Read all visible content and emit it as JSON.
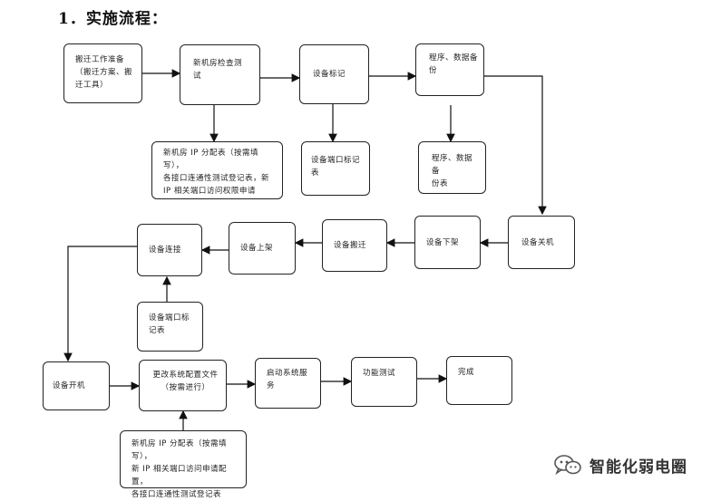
{
  "title": "1．实施流程：",
  "nodes": {
    "n1": "搬迁工作准备\n（搬迁方案、搬\n迁工具）",
    "n2": "新机房检查测\n试",
    "n3": "设备标记",
    "n4": "程序、数据备\n份",
    "n5": "新机房 IP 分配表（按需填写），\n各接口连通性测试登记表，新\nIP 相关端口访问权限申请",
    "n6": "设备端口标记\n表",
    "n7": "程序、数据备\n份表",
    "n8": "设备关机",
    "n9": "设备下架",
    "n10": "设备搬迁",
    "n11": "设备上架",
    "n12": "设备连接",
    "n13": "设备端口标\n记表",
    "n14": "设备开机",
    "n15": "更改系统配置文件\n（按需进行）",
    "n16": "启动系统服\n务",
    "n17": "功能测试",
    "n18": "完成",
    "n19": "新机房 IP 分配表（按需填写），\n新 IP 相关端口访问申请配置，\n各接口连通性测试登记表"
  },
  "watermark": {
    "icon": "wechat-icon",
    "text": "智能化弱电圈"
  }
}
